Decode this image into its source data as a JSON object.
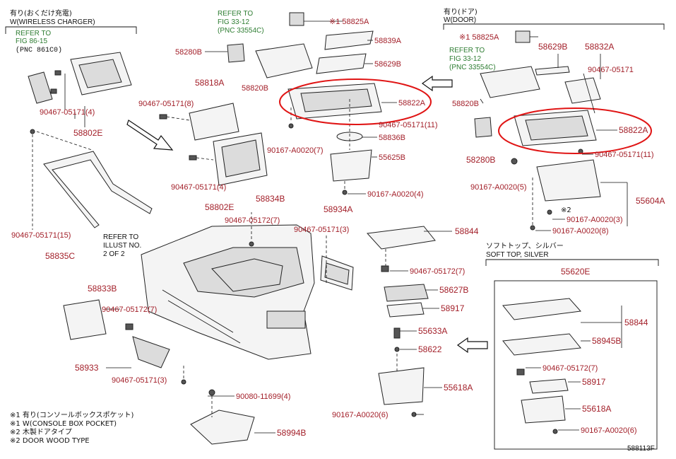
{
  "headers": {
    "wireless_charger_jp": "有り(おくだけ充電)",
    "wireless_charger_en": "W(WIRELESS CHARGER)",
    "door_jp": "有り(ドア)",
    "door_en": "W(DOOR)",
    "soft_top_jp": "ソフトトップ、シルバー",
    "soft_top_en": "SOFT TOP, SILVER"
  },
  "references": {
    "fig_86_15_line1": "REFER TO",
    "fig_86_15_line2": "FIG 86-15",
    "fig_86_15_pnc": "(PNC 861C0)",
    "fig_33_12_top_line1": "REFER TO",
    "fig_33_12_top_line2": "FIG 33-12",
    "fig_33_12_top_pnc": "(PNC 33554C)",
    "fig_33_12_right_line1": "REFER TO",
    "fig_33_12_right_line2": "FIG 33-12",
    "fig_33_12_right_pnc": "(PNC 33554C)",
    "illust_line1": "REFER TO",
    "illust_line2": "ILLUST NO.",
    "illust_line3": "2 OF 2"
  },
  "labels": {
    "l58825A_center": "※1 58825A",
    "l58839A": "58839A",
    "l58280B_left": "58280B",
    "l58820B_center": "58820B",
    "l58629B_center": "58629B",
    "l58822A_center": "58822A",
    "l90467_05171_11_center": "90467-05171(11)",
    "l90167_A0020_7": "90167-A0020(7)",
    "l58836B": "58836B",
    "l55625B": "55625B",
    "l90167_A0020_4": "90167-A0020(4)",
    "l90467_05171_4_top": "90467-05171(4)",
    "l58802E_top": "58802E",
    "l58818A": "58818A",
    "l90467_05171_8": "90467-05171(8)",
    "l90467_05171_4_mid": "90467-05171(4)",
    "l58802E_mid": "58802E",
    "l90467_05171_15": "90467-05171(15)",
    "l58835C": "58835C",
    "l58834B": "58834B",
    "l90467_05172_7_mid": "90467-05172(7)",
    "l58934A": "58934A",
    "l90467_05171_3_mid": "90467-05171(3)",
    "l58844_center": "58844",
    "l90467_05172_7_center": "90467-05172(7)",
    "l58627B": "58627B",
    "l58917_center": "58917",
    "l55633A": "55633A",
    "l58622": "58622",
    "l55618A_center": "55618A",
    "l90167_A0020_6_center": "90167-A0020(6)",
    "l58833B": "58833B",
    "l90467_05172_7_left": "90467-05172(7)",
    "l58933": "58933",
    "l90467_05171_3_left": "90467-05171(3)",
    "l90080_11699_4": "90080-11699(4)",
    "l58994B": "58994B",
    "l58825A_right": "※1 58825A",
    "l58629B_right": "58629B",
    "l58832A": "58832A",
    "l90467_05171_right": "90467-05171",
    "l58820B_right": "58820B",
    "l58822A_right": "58822A",
    "l58280B_right": "58280B",
    "l90467_05171_11_right": "90467-05171(11)",
    "l90167_A0020_5": "90167-A0020(5)",
    "l55604A": "55604A",
    "l_mark2": "※2",
    "l90167_A0020_3": "90167-A0020(3)",
    "l90167_A0020_8": "90167-A0020(8)",
    "l55620E": "55620E",
    "l58844_right": "58844",
    "l58945B": "58945B",
    "l90467_05172_7_right": "90467-05172(7)",
    "l58917_right": "58917",
    "l55618A_right": "55618A",
    "l90167_A0020_6_right": "90167-A0020(6)"
  },
  "legend": {
    "line1": "※1 有り(コンソールボックスポケット)",
    "line2": "※1 W(CONSOLE BOX POCKET)",
    "line3": "※2 木製ドアタイプ",
    "line4": "※2 DOOR WOOD TYPE"
  },
  "figure_number": "588113F",
  "colors": {
    "part_number": "#a3202a",
    "reference": "#2e7d32",
    "highlight": "#e01515",
    "line": "#111111"
  }
}
